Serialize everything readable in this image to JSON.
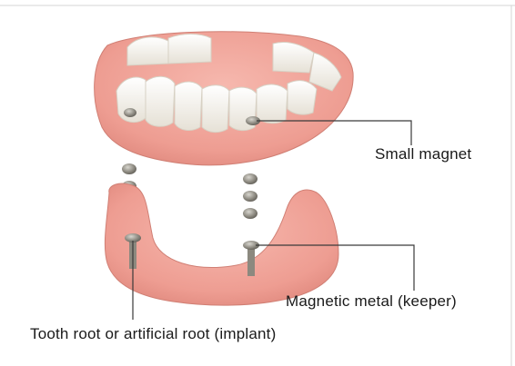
{
  "labels": {
    "small_magnet": "Small magnet",
    "keeper": "Magnetic metal (keeper)",
    "implant": "Tooth root or artificial root (implant)"
  },
  "colors": {
    "gum": "#f0a39a",
    "gum_shadow": "#d9847b",
    "tooth": "#f7f4ee",
    "metal": "#9a978e",
    "leader_line": "#3a3a3a",
    "border": "#cfcfcf"
  }
}
